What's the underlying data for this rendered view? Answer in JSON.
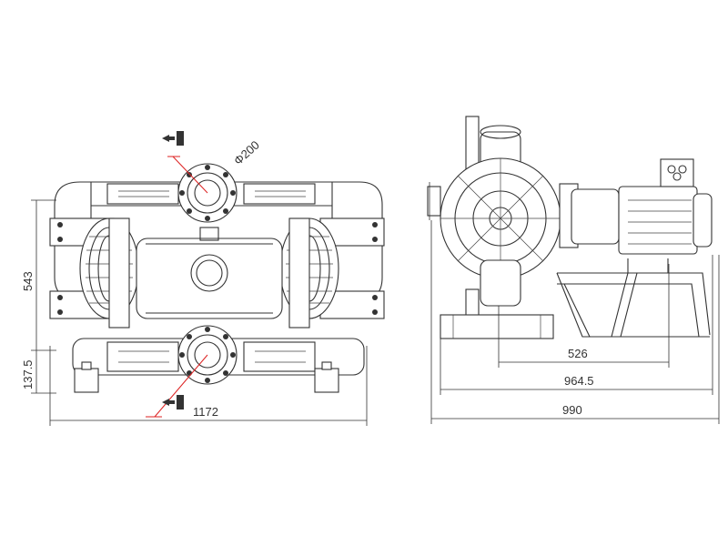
{
  "dimensions": {
    "front_width": "1172",
    "front_height": "543",
    "front_base": "137.5",
    "flange_diameter": "Φ200",
    "side_526": "526",
    "side_9645": "964.5",
    "side_990": "990"
  },
  "colors": {
    "line": "#333333",
    "flow_arrow": "#dd2222",
    "background": "#ffffff"
  },
  "icons": [
    "flow-direction-in-icon",
    "flow-direction-out-icon",
    "recycle-icon"
  ]
}
